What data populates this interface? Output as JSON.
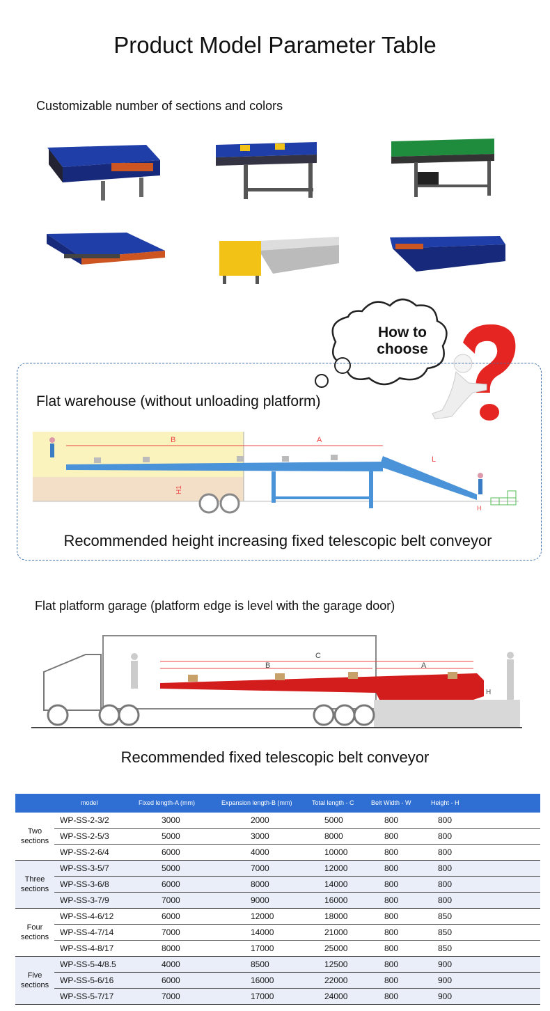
{
  "header": {
    "title": "Product Model Parameter Table",
    "subtitle": "Customizable number of sections and colors"
  },
  "choose": {
    "bubble_line1": "How to",
    "bubble_line2": "choose"
  },
  "flat_warehouse": {
    "title": "Flat warehouse (without unloading platform)",
    "recommendation": "Recommended height increasing fixed telescopic belt conveyor",
    "labels": {
      "b": "B",
      "a": "A",
      "l": "L",
      "h1": "H1",
      "h": "H"
    }
  },
  "platform_garage": {
    "title": "Flat platform garage (platform edge is level with the garage door)",
    "recommendation": "Recommended fixed telescopic belt conveyor",
    "labels": {
      "c": "C",
      "b": "B",
      "a": "A",
      "h": "H",
      "box": "A"
    }
  },
  "table": {
    "headers": [
      "model",
      "Fixed length-A (mm)",
      "Expansion length-B (mm)",
      "Total length - C",
      "Belt Width - W",
      "Height - H"
    ],
    "groups": [
      {
        "label1": "Two",
        "label2": "sections",
        "rows": [
          [
            "WP-SS-2-3/2",
            "3000",
            "2000",
            "5000",
            "800",
            "800"
          ],
          [
            "WP-SS-2-5/3",
            "5000",
            "3000",
            "8000",
            "800",
            "800"
          ],
          [
            "WP-SS-2-6/4",
            "6000",
            "4000",
            "10000",
            "800",
            "800"
          ]
        ]
      },
      {
        "label1": "Three",
        "label2": "sections",
        "rows": [
          [
            "WP-SS-3-5/7",
            "5000",
            "7000",
            "12000",
            "800",
            "800"
          ],
          [
            "WP-SS-3-6/8",
            "6000",
            "8000",
            "14000",
            "800",
            "800"
          ],
          [
            "WP-SS-3-7/9",
            "7000",
            "9000",
            "16000",
            "800",
            "800"
          ]
        ]
      },
      {
        "label1": "Four",
        "label2": "sections",
        "rows": [
          [
            "WP-SS-4-6/12",
            "6000",
            "12000",
            "18000",
            "800",
            "850"
          ],
          [
            "WP-SS-4-7/14",
            "7000",
            "14000",
            "21000",
            "800",
            "850"
          ],
          [
            "WP-SS-4-8/17",
            "8000",
            "17000",
            "25000",
            "800",
            "850"
          ]
        ]
      },
      {
        "label1": "Five",
        "label2": "sections",
        "rows": [
          [
            "WP-SS-5-4/8.5",
            "4000",
            "8500",
            "12500",
            "800",
            "900"
          ],
          [
            "WP-SS-5-6/16",
            "6000",
            "16000",
            "22000",
            "800",
            "900"
          ],
          [
            "WP-SS-5-7/17",
            "7000",
            "17000",
            "24000",
            "800",
            "900"
          ]
        ]
      }
    ]
  },
  "colors": {
    "blue": "#1f3ea8",
    "green": "#1e8c3c",
    "yellow": "#f2c316",
    "red": "#d31c1c",
    "header": "#2f6fd3",
    "light": "#4a93d8"
  }
}
